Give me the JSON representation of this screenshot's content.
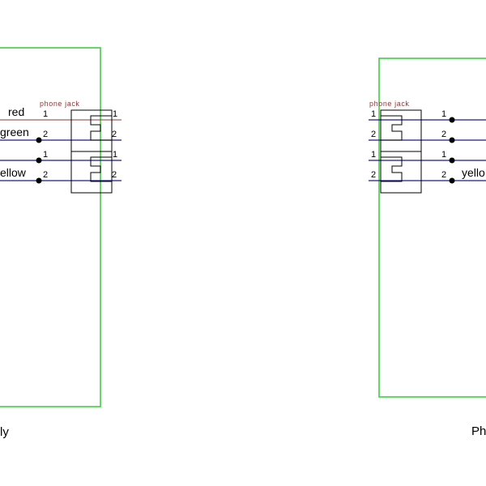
{
  "colors": {
    "board_outline": "#33cc33",
    "wire": "#1a1a8c",
    "wire_top": "#8b3a3a",
    "jack_outline": "#000000",
    "jack_label": "#8b3a3a",
    "junction": "#000000"
  },
  "left_board": {
    "caption": "ly",
    "jack_label": "phone jack",
    "wires": [
      {
        "name": "red",
        "pin_left": "1",
        "pin_right": "1"
      },
      {
        "name": "green",
        "pin_left": "2",
        "pin_right": "2"
      },
      {
        "name": "",
        "pin_left": "1",
        "pin_right": "1"
      },
      {
        "name": "ellow",
        "pin_left": "2",
        "pin_right": "2"
      }
    ]
  },
  "right_board": {
    "caption": "Ph",
    "jack_label": "phone jack",
    "wires": [
      {
        "name": "",
        "pin_left": "1",
        "pin_right": "1"
      },
      {
        "name": "",
        "pin_left": "2",
        "pin_right": "2"
      },
      {
        "name": "",
        "pin_left": "1",
        "pin_right": "1"
      },
      {
        "name": "yello",
        "pin_left": "2",
        "pin_right": "2"
      }
    ]
  }
}
